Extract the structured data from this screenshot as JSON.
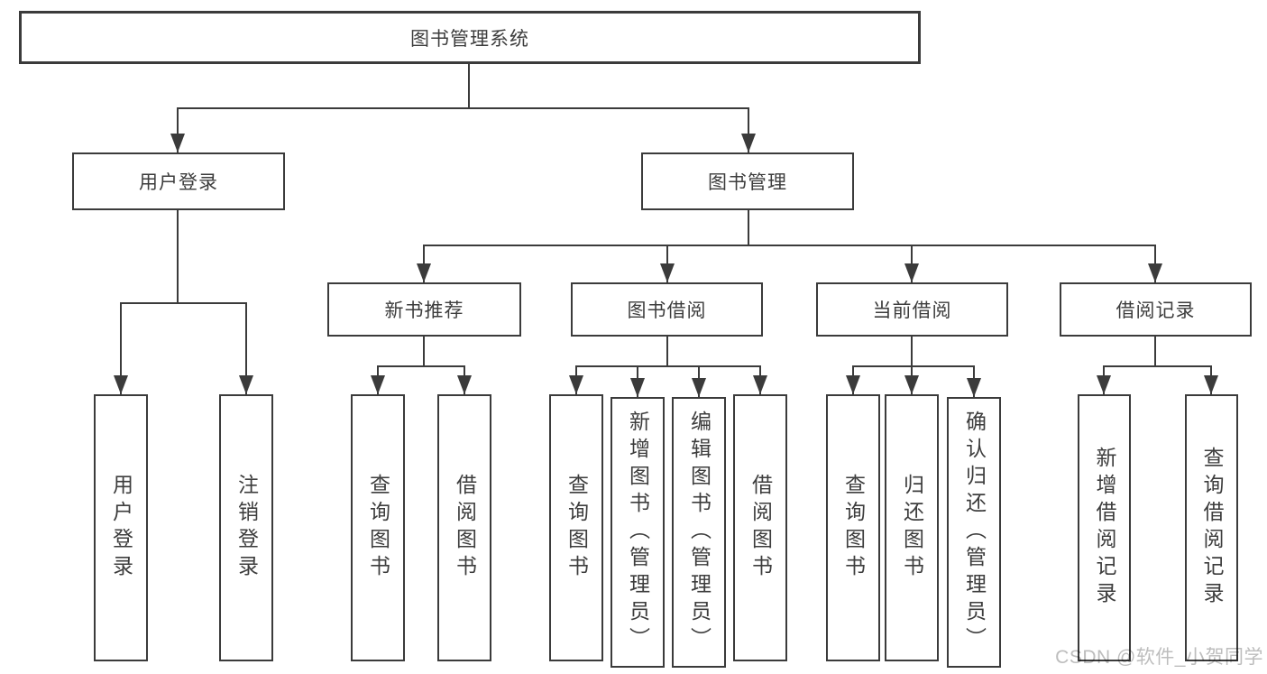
{
  "diagram": {
    "root": {
      "label": "图书管理系统"
    },
    "level2": [
      {
        "label": "用户登录"
      },
      {
        "label": "图书管理"
      }
    ],
    "level3": [
      {
        "label": "新书推荐"
      },
      {
        "label": "图书借阅"
      },
      {
        "label": "当前借阅"
      },
      {
        "label": "借阅记录"
      }
    ],
    "leaves": {
      "user_login": [
        {
          "label": "用户登录"
        },
        {
          "label": "注销登录"
        }
      ],
      "new_book_recommend": [
        {
          "label": "查询图书"
        },
        {
          "label": "借阅图书"
        }
      ],
      "book_borrow": [
        {
          "label": "查询图书"
        },
        {
          "label": "新增图书（管理员）"
        },
        {
          "label": "编辑图书（管理员）"
        },
        {
          "label": "借阅图书"
        }
      ],
      "current_borrow": [
        {
          "label": "查询图书"
        },
        {
          "label": "归还图书"
        },
        {
          "label": "确认归还（管理员）"
        }
      ],
      "borrow_records": [
        {
          "label": "新增借阅记录"
        },
        {
          "label": "查询借阅记录"
        }
      ]
    },
    "colors": {
      "line": "#3b3b3b",
      "text": "#3d3d3d",
      "background": "#ffffff",
      "watermark": "#bdbdbd"
    }
  },
  "watermark": {
    "text": "CSDN @软件_小贺同学"
  }
}
